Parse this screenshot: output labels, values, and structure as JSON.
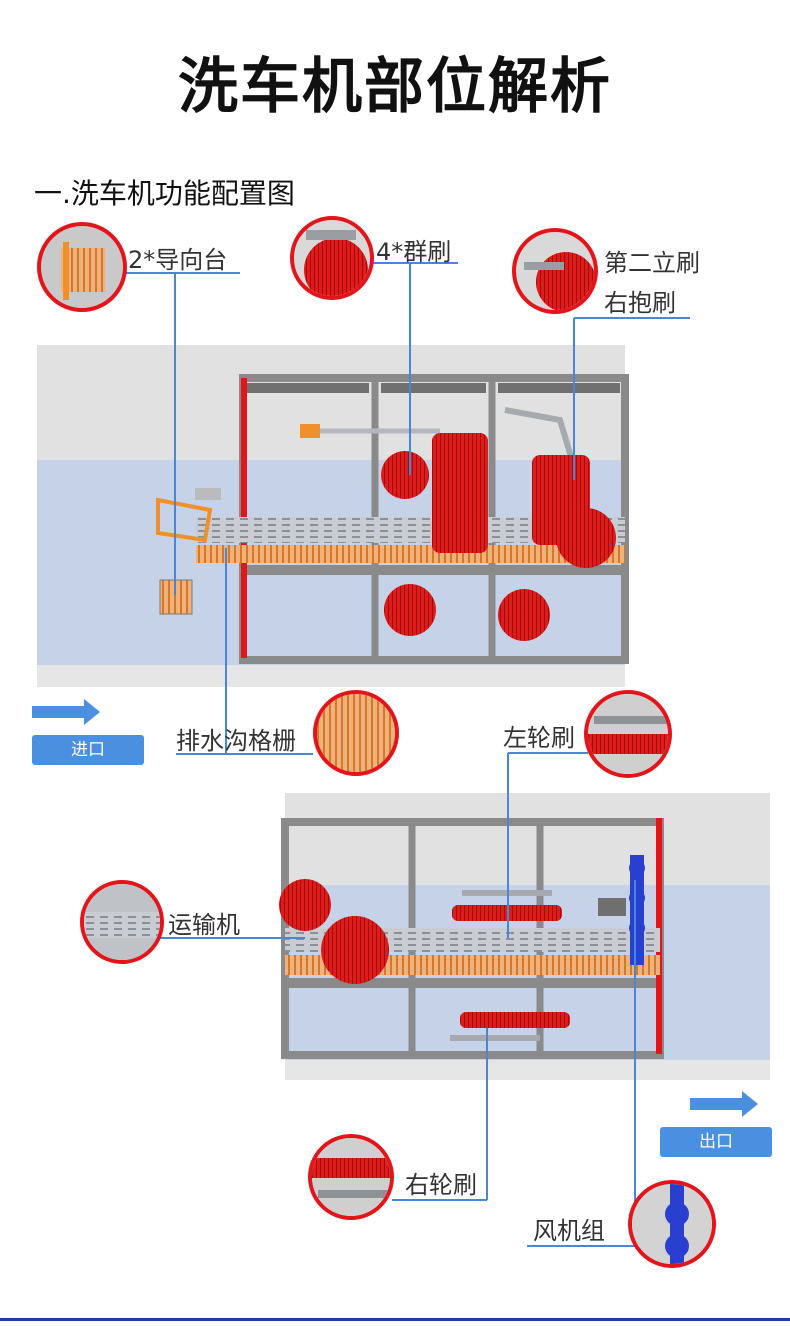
{
  "title": "洗车机部位解析",
  "section_heading": "一.洗车机功能配置图",
  "labels": {
    "guide": "2*导向台",
    "group_brush": "4*群刷",
    "second_brush_line1": "第二立刷",
    "second_brush_line2": "右抱刷",
    "drain": "排水沟格栅",
    "left_wheel": "左轮刷",
    "conveyor": "运输机",
    "right_wheel": "右轮刷",
    "fan": "风机组"
  },
  "buttons": {
    "entry": "进口",
    "exit": "出口"
  },
  "colors": {
    "callout_line": "#4a86d8",
    "accent_red": "#e3151b",
    "button_blue": "#4a8fe0",
    "footer_line": "#1f3f9a"
  },
  "icons": [
    "arrow-right-icon"
  ]
}
